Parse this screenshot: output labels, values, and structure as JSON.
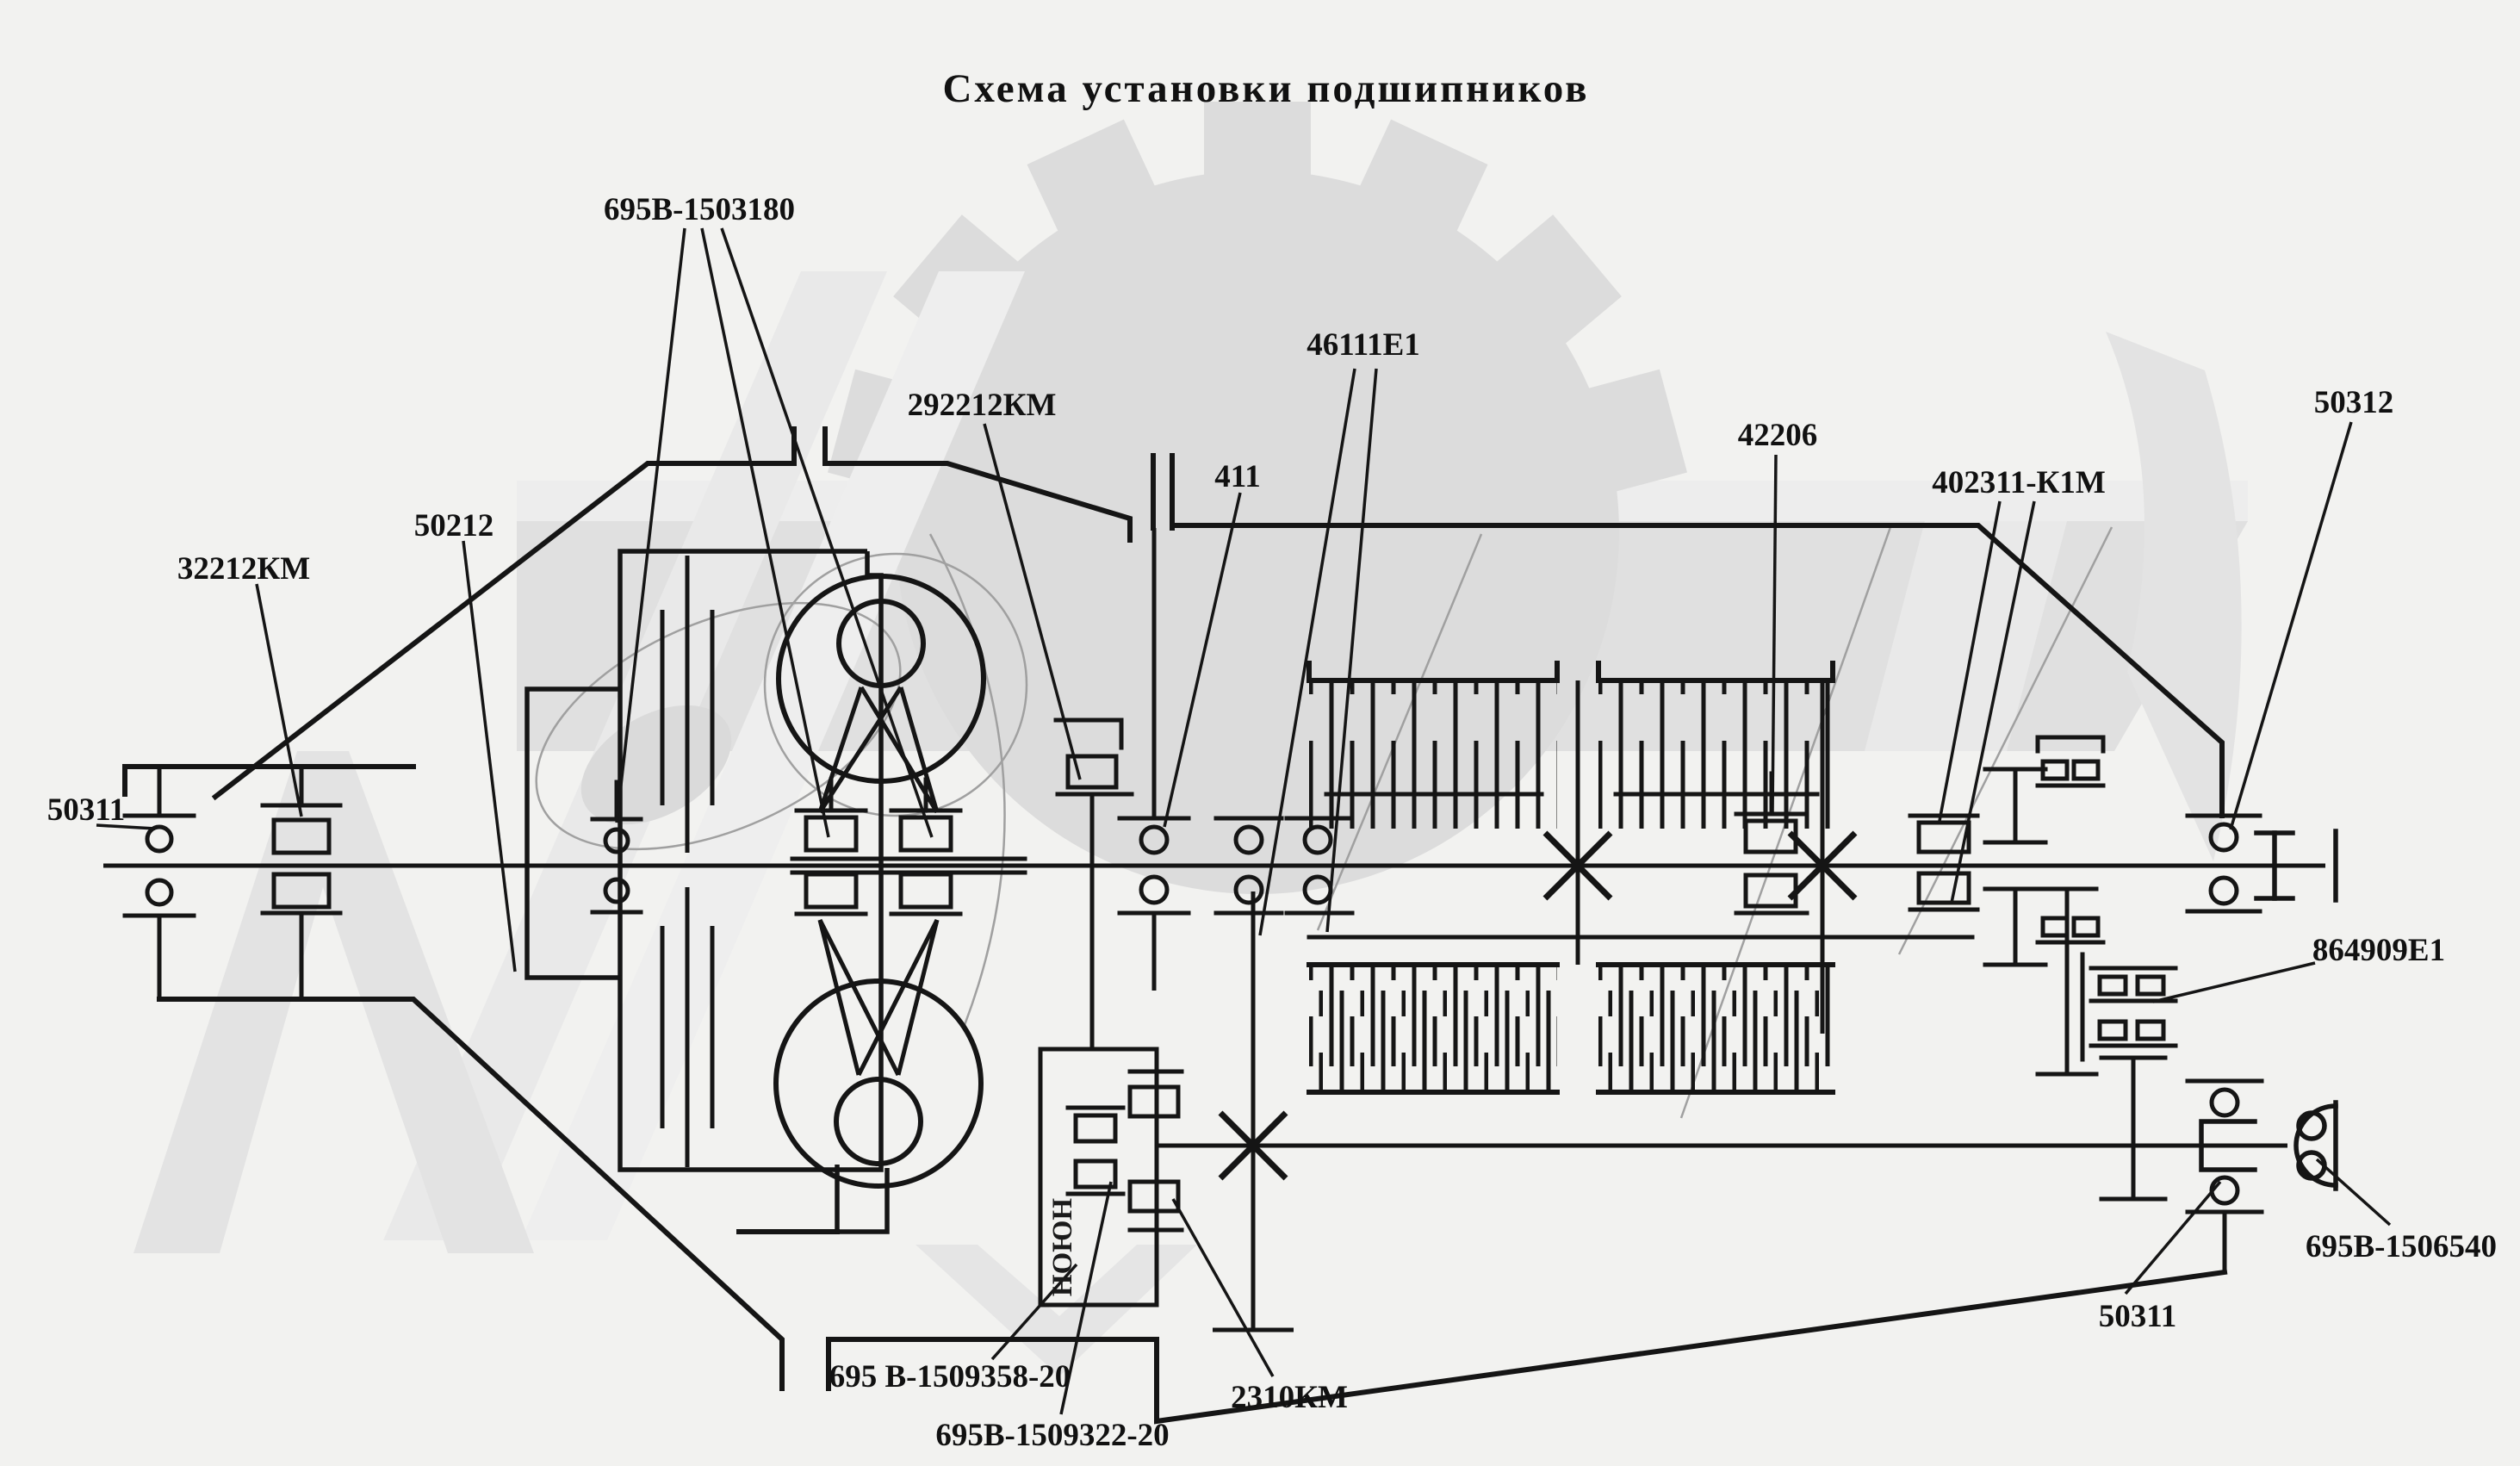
{
  "title": "Схема  установки подшипников",
  "labels": {
    "l1": {
      "text": "695В-1503180"
    },
    "l2": {
      "text": "32212КМ"
    },
    "l3": {
      "text": "50212"
    },
    "l4": {
      "text": "50311"
    },
    "l5": {
      "text": "292212КМ"
    },
    "l6": {
      "text": "411"
    },
    "l7": {
      "text": "46111Е1"
    },
    "l8": {
      "text": "42206"
    },
    "l9": {
      "text": "402311-К1М"
    },
    "l10": {
      "text": "50312"
    },
    "l11": {
      "text": "864909Е1"
    },
    "l12": {
      "text": "695В-1506540"
    },
    "l13": {
      "text": "50311"
    },
    "l14": {
      "text": "695 В-1509358-20"
    },
    "l15": {
      "text": "695В-1509322-20"
    },
    "l16": {
      "text": "2310КМ"
    },
    "rotated": {
      "text": "НОЮН"
    }
  },
  "colors": {
    "background": "#f2f2f0",
    "line": "#151515",
    "watermark_fill": "#dcdcdc",
    "watermark_band": "#e0e0e0",
    "watermark_outline": "#a0a0a0"
  },
  "icons": {
    "bearing_ball": "circle-symbol",
    "bearing_roller": "rect-symbol",
    "gear_mesh": "x-cross-symbol",
    "clutch_pack": "comb-teeth-symbol",
    "watermark": "gear-logo"
  }
}
